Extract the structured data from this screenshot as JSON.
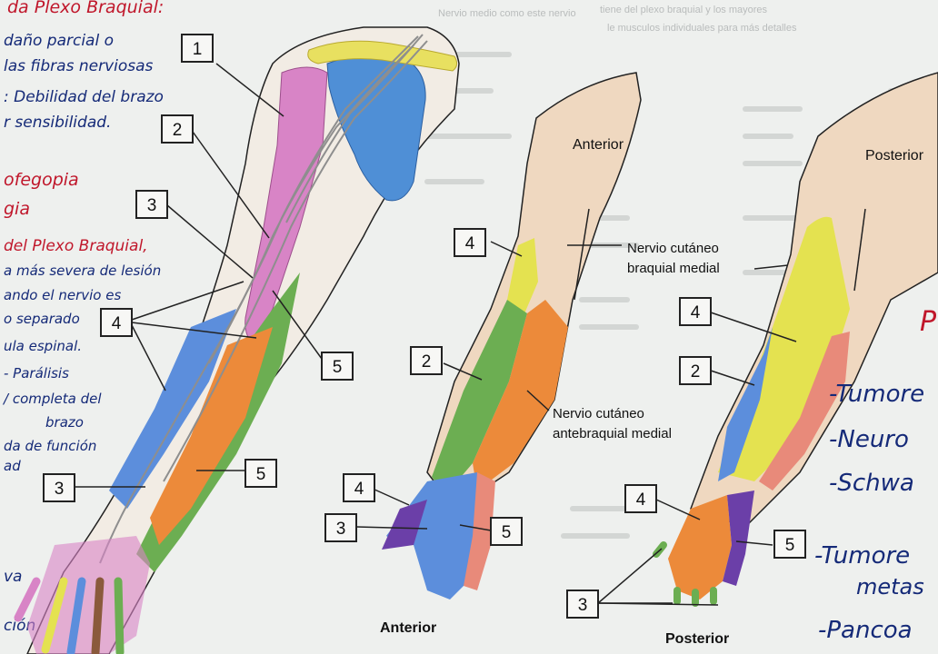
{
  "colors": {
    "paper": "#eef0ee",
    "red_ink": "#c0172b",
    "blue_ink": "#152a78",
    "clavicle": "#e8e060",
    "scapula": "#4f8fd6",
    "pink": "#d884c6",
    "green": "#6cae52",
    "orange": "#ec8a3a",
    "yellow": "#e4e250",
    "blue": "#5c8edc",
    "purple": "#6b3fa8",
    "salmon": "#e88a7a",
    "skin": "#efd8c0"
  },
  "top_strip_text": [
    "Nervio medio como este nervio",
    "tiene del plexo braquial y los mayores",
    "le musculos individuales para más detalles"
  ],
  "left_notes": {
    "red_title": "da Plexo Braquial:",
    "blue_lines": [
      "daño parcial o",
      "las fibras nerviosas",
      ": Debilidad del brazo",
      "r sensibilidad."
    ],
    "red_lines": [
      "ofegopia",
      "gia"
    ],
    "red_heading": "del Plexo Braquial,",
    "blue_lines_2": [
      "a más severa de lesión",
      "ando el nervio es",
      "o separado",
      "ula espinal.",
      "- Parálisis",
      "/ completa del",
      "brazo",
      "da de función",
      "ad"
    ],
    "bottom_lines": [
      "va",
      "ción"
    ]
  },
  "diagram_labels": {
    "anterior_top": "Anterior",
    "posterior_top": "Posterior",
    "cutaneo_braquial": [
      "Nervio cutáneo",
      "braquial medial"
    ],
    "cutaneo_antebraquial": [
      "Nervio cutáneo",
      "antebraquial medial"
    ],
    "anterior_bottom": "Anterior",
    "posterior_bottom": "Posterior"
  },
  "boxes": {
    "b1": "1",
    "b2": "2",
    "b3": "3",
    "b4": "4",
    "b5": "5",
    "b3b": "3",
    "b5b": "5",
    "a4": "4",
    "a2": "2",
    "a4h": "4",
    "a3h": "3",
    "a5h": "5",
    "p4": "4",
    "p2": "2",
    "p4h": "4",
    "p5h": "5",
    "p3h": "3"
  },
  "right_notes": {
    "p_letter": "P",
    "items": [
      "-Tumore",
      "-Neuro",
      "-Schwa",
      "-Tumore",
      "metas",
      "-Pancoa"
    ]
  }
}
